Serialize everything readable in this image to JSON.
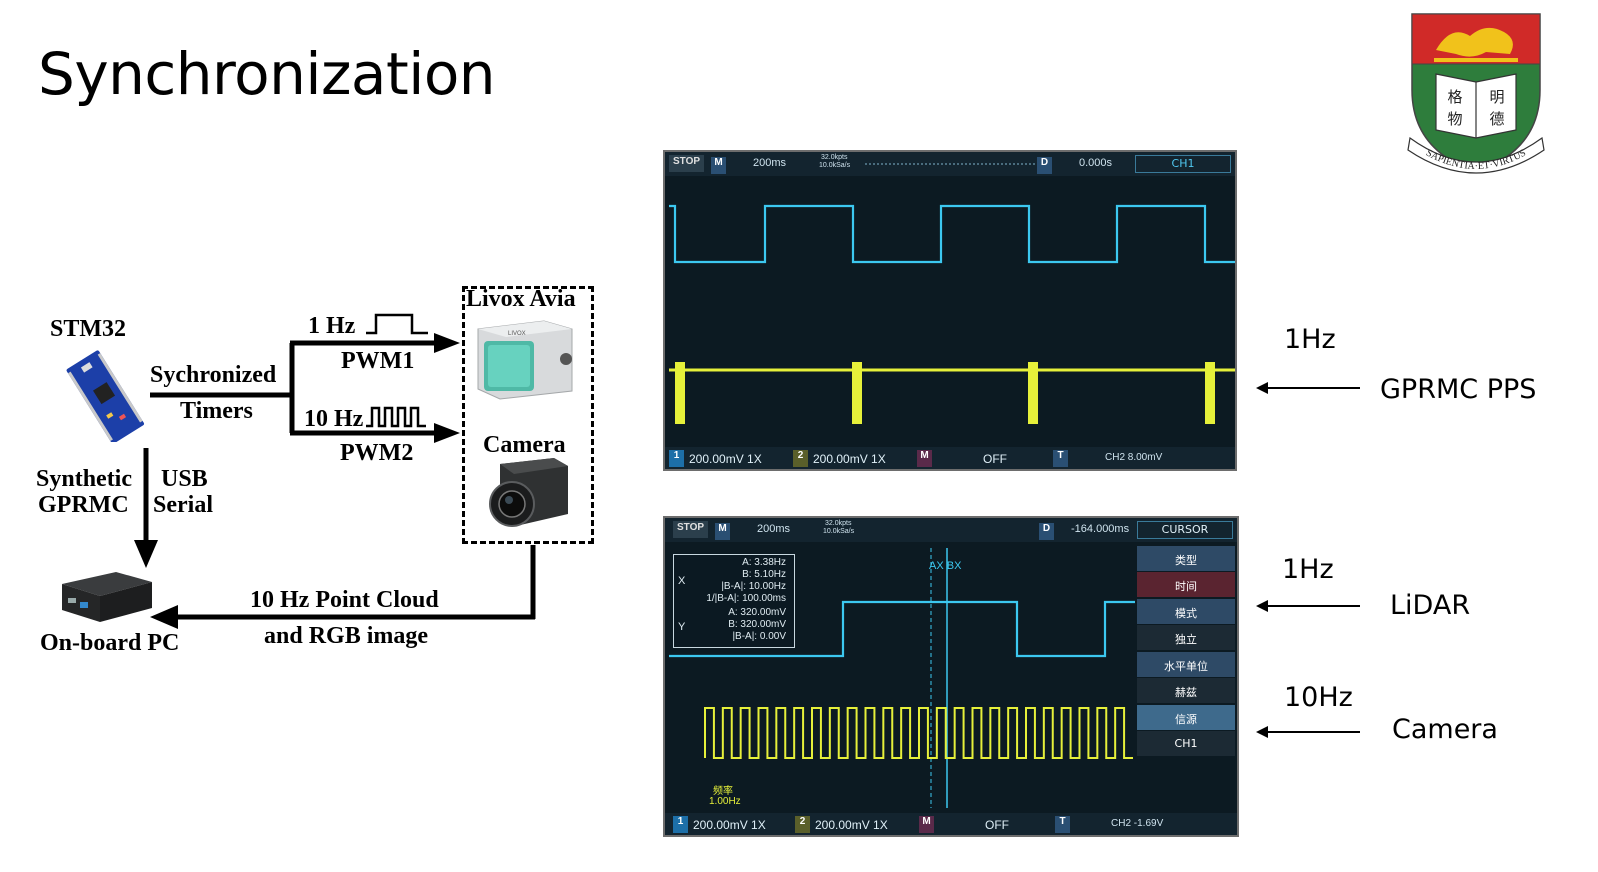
{
  "slide": {
    "title": "Synchronization"
  },
  "crest": {
    "motto": "SAPIENTIA·ET·VIRTUS",
    "chars": [
      "格",
      "明",
      "物",
      "德"
    ]
  },
  "diagram": {
    "stm32": "STM32",
    "synced_line1": "Sychronized",
    "synced_line2": "Timers",
    "hz1": "1 Hz",
    "pwm1": "PWM1",
    "hz10": "10 Hz",
    "pwm2": "PWM2",
    "livox": "Livox Avia",
    "livox_brand": "LIVOX",
    "camera": "Camera",
    "synthetic": "Synthetic",
    "gprmc": "GPRMC",
    "usb": "USB",
    "serial": "Serial",
    "pc": "On-board PC",
    "cloud_line1": "10 Hz Point Cloud",
    "cloud_line2": "and RGB image"
  },
  "scope1": {
    "stop": "STOP",
    "m": "M",
    "timebase": "200ms",
    "kpts": "32.0kpts",
    "rate": "10.0kSa/s",
    "d": "D",
    "delay": "0.000s",
    "mode": "CH1",
    "ch1_num": "1",
    "ch1_scale": "200.00mV 1X",
    "ch2_num": "2",
    "ch2_scale": "200.00mV 1X",
    "math": "M",
    "math_state": "OFF",
    "trig": "T",
    "trig_level": "CH2 8.00mV"
  },
  "scope2": {
    "stop": "STOP",
    "m": "M",
    "timebase": "200ms",
    "kpts": "32.0kpts",
    "rate": "10.0kSa/s",
    "d": "D",
    "delay": "-164.000ms",
    "mode": "CURSOR",
    "cursor": {
      "x": "X",
      "xa": "A: 3.38Hz",
      "xb": "B: 5.10Hz",
      "xd": "|B-A|: 10.00Hz",
      "xinv": "1/|B-A|: 100.00ms",
      "y": "Y",
      "ya": "A: 320.00mV",
      "yb": "B: 320.00mV",
      "yd": "|B-A|: 0.00V"
    },
    "cursor_tag": "AX BX",
    "freq_label": "频率",
    "freq_value": "1.00Hz",
    "menu": [
      "类型",
      "时间",
      "模式",
      "独立",
      "水平单位",
      "赫兹",
      "信源",
      "CH1"
    ],
    "ch1_num": "1",
    "ch1_scale": "200.00mV 1X",
    "ch2_num": "2",
    "ch2_scale": "200.00mV 1X",
    "math": "M",
    "math_state": "OFF",
    "trig": "T",
    "trig_level": "CH2 -1.69V"
  },
  "right_labels": {
    "r1_freq": "1Hz",
    "r1_name": "GPRMC PPS",
    "r2_freq": "1Hz",
    "r2_name": "LiDAR",
    "r3_freq": "10Hz",
    "r3_name": "Camera"
  },
  "colors": {
    "ch1": "#3cc8f0",
    "ch2": "#e6f03a",
    "screen": "#0c1a22"
  }
}
